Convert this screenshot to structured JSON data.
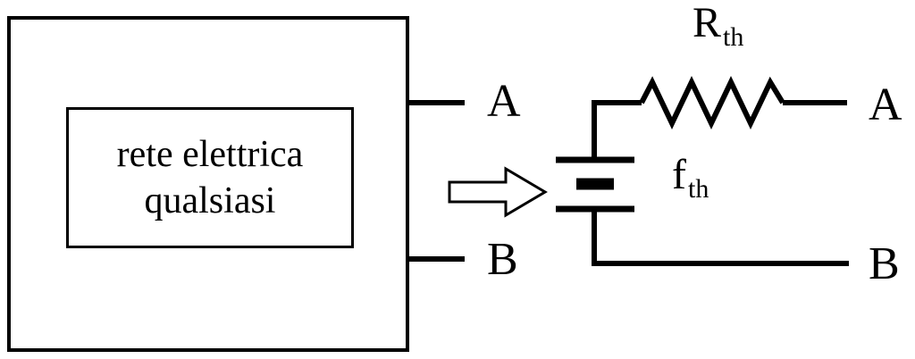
{
  "diagram": {
    "network_box": {
      "label_line1": "rete elettrica",
      "label_line2": "qualsiasi"
    },
    "left_terminals": {
      "a": "A",
      "b": "B"
    },
    "right_terminals": {
      "a": "A",
      "b": "B"
    },
    "resistor_label": {
      "main": "R",
      "sub": "th"
    },
    "source_label": {
      "main": "f",
      "sub": "th"
    },
    "colors": {
      "stroke": "#000000",
      "background": "#ffffff"
    }
  }
}
